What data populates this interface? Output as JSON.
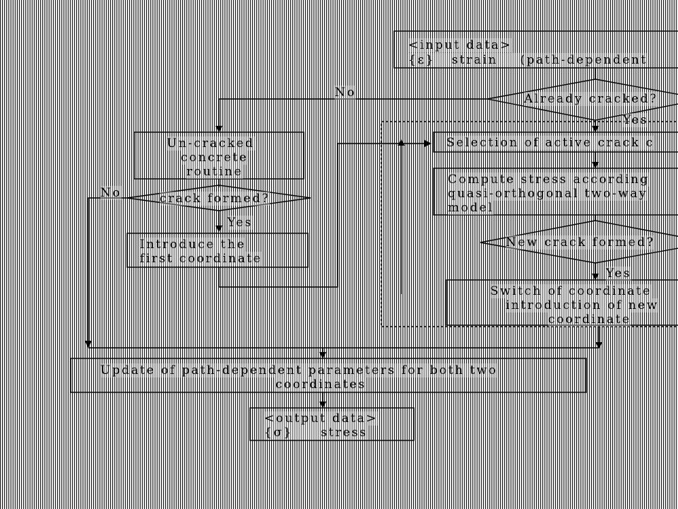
{
  "input_box": {
    "line1": "<input data>",
    "line2": "{ε}   strain    (path-dependent"
  },
  "decision_already_cracked": {
    "label": "Already cracked?",
    "no": "No",
    "yes": "Yes"
  },
  "uncracked_box": {
    "line1": "Un-cracked",
    "line2": "concrete",
    "line3": "routine"
  },
  "decision_crack_formed": {
    "label": "crack formed?",
    "no": "No",
    "yes": "Yes"
  },
  "introduce_box": {
    "line1": "Introduce the",
    "line2": "first coordinate"
  },
  "selection_box": {
    "label": "Selection of active crack c"
  },
  "compute_box": {
    "line1": "Compute stress according",
    "line2": "quasi-orthogonal two-way",
    "line3": "model"
  },
  "decision_new_crack": {
    "label": "New crack formed?",
    "yes": "Yes"
  },
  "switch_box": {
    "line1": "Switch of coordinate",
    "line2": "introduction of new",
    "line3": "coordinate"
  },
  "update_box": {
    "line1": "Update of path-dependent parameters for both two",
    "line2": "coordinates"
  },
  "output_box": {
    "line1": "<output data>",
    "line2": "{σ}     stress"
  }
}
